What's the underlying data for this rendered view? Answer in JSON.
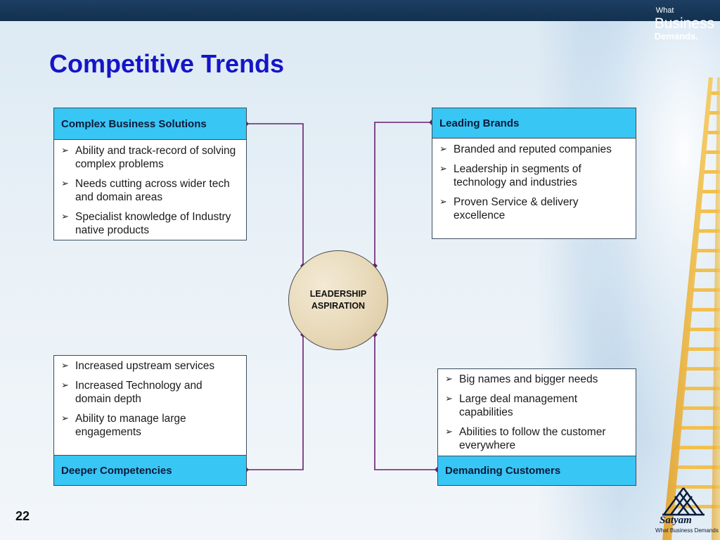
{
  "brand": {
    "line1": "What",
    "line2": "Business",
    "line3": "Demands."
  },
  "title": "Competitive Trends",
  "center": {
    "label": "LEADERSHIP\nASPIRATION"
  },
  "boxes": {
    "top_left": {
      "header": "Complex Business Solutions",
      "items": [
        "Ability and track-record of solving complex problems",
        "Needs cutting across wider tech and domain areas",
        "Specialist knowledge of Industry native products"
      ]
    },
    "top_right": {
      "header": "Leading Brands",
      "items": [
        "Branded and reputed companies",
        "Leadership in segments of technology and industries",
        "Proven Service & delivery excellence"
      ]
    },
    "bottom_left": {
      "header": "Deeper Competencies",
      "items": [
        "Increased upstream services",
        "Increased Technology and domain depth",
        "Ability to manage large engagements"
      ]
    },
    "bottom_right": {
      "header": "Demanding Customers",
      "items": [
        "Big names and bigger needs",
        "Large deal management capabilities",
        "Abilities to follow the customer everywhere"
      ]
    }
  },
  "footer": {
    "page_number": "22",
    "logo_word": "Satyam",
    "logo_tagline": "What Business Demands"
  },
  "colors": {
    "title": "#1515c8",
    "header_fill": "#38c6f4",
    "connector": "#6a1e6e",
    "topbar": "#1d3f63"
  }
}
